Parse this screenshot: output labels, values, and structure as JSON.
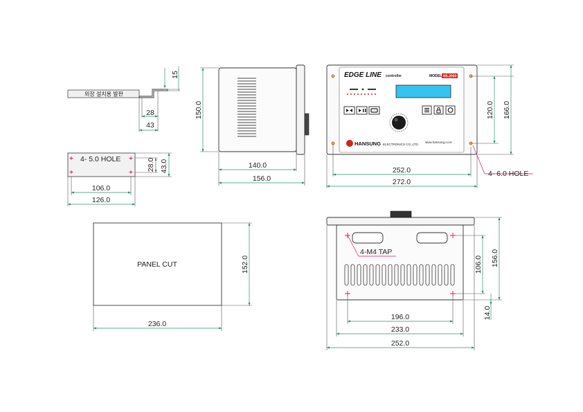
{
  "side_view": {
    "dims": {
      "height": "150.0",
      "top": "15",
      "depth_body": "140.0",
      "depth_total": "156.0"
    },
    "bracket": {
      "label": "외장 설치용 발판",
      "dim_a": "28",
      "dim_b": "43"
    }
  },
  "bracket_plate": {
    "hole_label": "4-   5.0 HOLE",
    "dims": {
      "h_inner": "28.0",
      "h_outer": "43.0",
      "w_inner": "106.0",
      "w_outer": "126.0"
    }
  },
  "front_view": {
    "brand": "EDGE LINE",
    "controller": "controller",
    "model_label": "MODEL",
    "model_value": "HS-2000",
    "maker": "HANSUNG",
    "maker_sub": "ELECTRONICS CO.,LTD.",
    "site": "www.hansung.co.kr",
    "dims": {
      "w_inner": "252.0",
      "w_outer": "272.0",
      "h_inner": "120.0",
      "h_outer": "166.0"
    },
    "hole_label": "4-   6.0 HOLE"
  },
  "panel_cut": {
    "label": "PANEL CUT",
    "dims": {
      "width": "236.0",
      "height": "152.0"
    }
  },
  "bottom_view": {
    "tap_label": "4-M4 TAP",
    "dims": {
      "w_tap": "196.0",
      "w_body": "233.0",
      "w_outer": "252.0",
      "h_tap": "106.0",
      "h_outer": "156.0",
      "offset": "14.0"
    }
  },
  "colors": {
    "dimension": "#2f8f6f",
    "hole_marker": "#e0106e",
    "lcd": "#35c4ee",
    "brand_red": "#d42020",
    "outline": "#333333"
  }
}
